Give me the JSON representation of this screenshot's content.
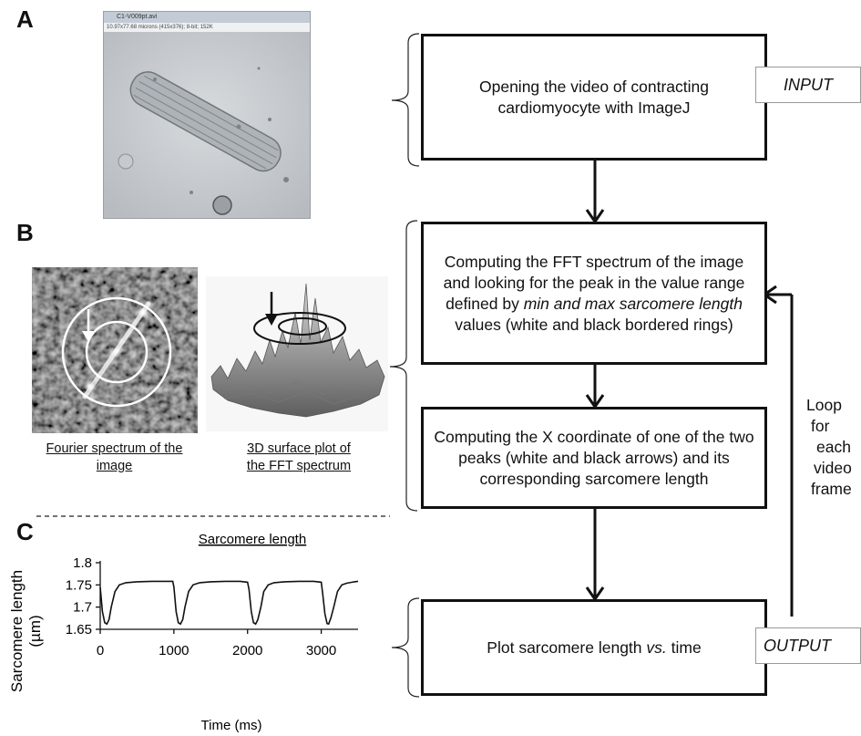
{
  "panels": {
    "a": "A",
    "b": "B",
    "c": "C"
  },
  "flow": {
    "box1": "Opening the video of contracting cardiomyocyte with ImageJ",
    "box2_pre": "Computing the FFT spectrum of the image and looking for the peak in the value range defined by ",
    "box2_em": "min and max sarcomere length",
    "box2_post": " values (white and black bordered rings)",
    "box3": "Computing the X coordinate of one of the two peaks (white and black arrows) and its corresponding sarcomere length",
    "box4_pre": "Plot sarcomere length ",
    "box4_em": "vs.",
    "box4_post": " time",
    "input_tag": "INPUT",
    "output_tag": "OUTPUT",
    "loop": [
      "Loop",
      "for",
      "each",
      "video",
      "frame"
    ]
  },
  "window": {
    "title": "C1-V009pt.avi",
    "info": "10.97x77.68 microns (415x376); 8-bit; 152K"
  },
  "captions": {
    "fourier_line1": "Fourier spectrum of the",
    "fourier_line2": "image",
    "surface_line1": "3D surface plot of",
    "surface_line2": "the FFT spectrum"
  },
  "chart_data": {
    "type": "line",
    "title": "Sarcomere length",
    "xlabel": "Time (ms)",
    "ylabel_line1": "Sarcomere length",
    "ylabel_line2": "(µm)",
    "xlim": [
      0,
      3500
    ],
    "ylim": [
      1.65,
      1.8
    ],
    "xticks": [
      "0",
      "1000",
      "2000",
      "3000"
    ],
    "yticks": [
      "1.65",
      "1.7",
      "1.75",
      "1.8"
    ],
    "series": [
      {
        "x": [
          0,
          30,
          60,
          90,
          120,
          150,
          200,
          260,
          350,
          500,
          700,
          900,
          985,
          1000,
          1030,
          1060,
          1090,
          1120,
          1150,
          1200,
          1260,
          1350,
          1500,
          1700,
          1900,
          2000,
          2020,
          2050,
          2080,
          2110,
          2140,
          2180,
          2220,
          2280,
          2360,
          2500,
          2700,
          2900,
          3000,
          3020,
          3050,
          3080,
          3100,
          3130,
          3170,
          3220,
          3280,
          3350,
          3450,
          3500
        ],
        "y": [
          1.745,
          1.69,
          1.665,
          1.662,
          1.672,
          1.7,
          1.735,
          1.75,
          1.755,
          1.757,
          1.758,
          1.758,
          1.758,
          1.745,
          1.69,
          1.665,
          1.662,
          1.672,
          1.7,
          1.735,
          1.75,
          1.755,
          1.757,
          1.758,
          1.758,
          1.756,
          1.74,
          1.69,
          1.665,
          1.662,
          1.672,
          1.7,
          1.735,
          1.75,
          1.755,
          1.757,
          1.758,
          1.758,
          1.756,
          1.73,
          1.685,
          1.663,
          1.662,
          1.675,
          1.7,
          1.735,
          1.75,
          1.754,
          1.757,
          1.758
        ]
      }
    ]
  }
}
